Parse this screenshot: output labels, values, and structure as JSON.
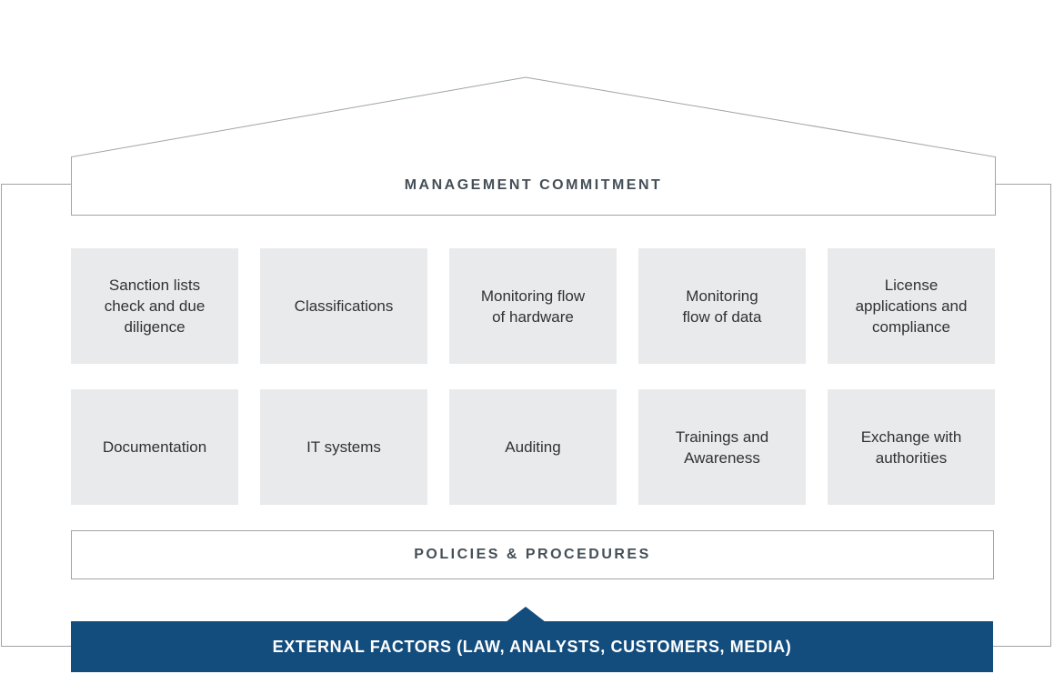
{
  "title_band": {
    "label": "MANAGEMENT COMMITMENT"
  },
  "boxes": {
    "row1": [
      "Sanction lists\ncheck and due\ndiligence",
      "Classifications",
      "Monitoring flow\nof hardware",
      "Monitoring\nflow of data",
      "License\napplications and\ncompliance"
    ],
    "row2": [
      "Documentation",
      "IT systems",
      "Auditing",
      "Trainings and\nAwareness",
      "Exchange with\nauthorities"
    ]
  },
  "policies_band": {
    "label": "POLICIES & PROCEDURES"
  },
  "external_bar": {
    "label": "EXTERNAL FACTORS (LAW, ANALYSTS, CUSTOMERS, MEDIA)"
  },
  "colors": {
    "accent_blue": "#134d7e",
    "box_gray": "#e9eaec",
    "outline_gray": "#9ea4a8",
    "heading_text": "#454f57",
    "box_text": "#323232"
  }
}
